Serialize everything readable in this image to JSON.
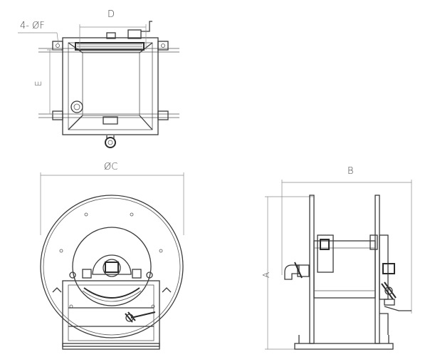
{
  "labels": {
    "holes": "4- ØF",
    "d": "D",
    "e": "E",
    "c": "ØC",
    "b": "B",
    "a": "A"
  }
}
